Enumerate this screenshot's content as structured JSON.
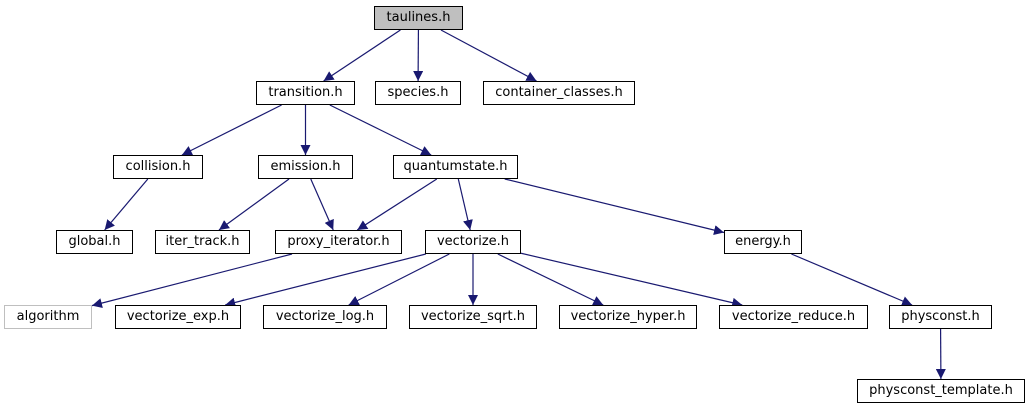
{
  "graph": {
    "edge_color": "#191970",
    "nodes": {
      "taulines": "taulines.h",
      "transition": "transition.h",
      "species": "species.h",
      "container_classes": "container_classes.h",
      "collision": "collision.h",
      "emission": "emission.h",
      "quantumstate": "quantumstate.h",
      "global": "global.h",
      "iter_track": "iter_track.h",
      "proxy_iterator": "proxy_iterator.h",
      "vectorize": "vectorize.h",
      "energy": "energy.h",
      "algorithm": "algorithm",
      "vectorize_exp": "vectorize_exp.h",
      "vectorize_log": "vectorize_log.h",
      "vectorize_sqrt": "vectorize_sqrt.h",
      "vectorize_hyper": "vectorize_hyper.h",
      "vectorize_reduce": "vectorize_reduce.h",
      "physconst": "physconst.h",
      "physconst_template": "physconst_template.h"
    },
    "edges": [
      [
        "taulines",
        "transition"
      ],
      [
        "taulines",
        "species"
      ],
      [
        "taulines",
        "container_classes"
      ],
      [
        "transition",
        "collision"
      ],
      [
        "transition",
        "emission"
      ],
      [
        "transition",
        "quantumstate"
      ],
      [
        "collision",
        "global"
      ],
      [
        "emission",
        "iter_track"
      ],
      [
        "emission",
        "proxy_iterator"
      ],
      [
        "quantumstate",
        "proxy_iterator"
      ],
      [
        "quantumstate",
        "vectorize"
      ],
      [
        "quantumstate",
        "energy"
      ],
      [
        "proxy_iterator",
        "algorithm"
      ],
      [
        "vectorize",
        "vectorize_exp"
      ],
      [
        "vectorize",
        "vectorize_log"
      ],
      [
        "vectorize",
        "vectorize_sqrt"
      ],
      [
        "vectorize",
        "vectorize_hyper"
      ],
      [
        "vectorize",
        "vectorize_reduce"
      ],
      [
        "energy",
        "physconst"
      ],
      [
        "physconst",
        "physconst_template"
      ]
    ]
  }
}
